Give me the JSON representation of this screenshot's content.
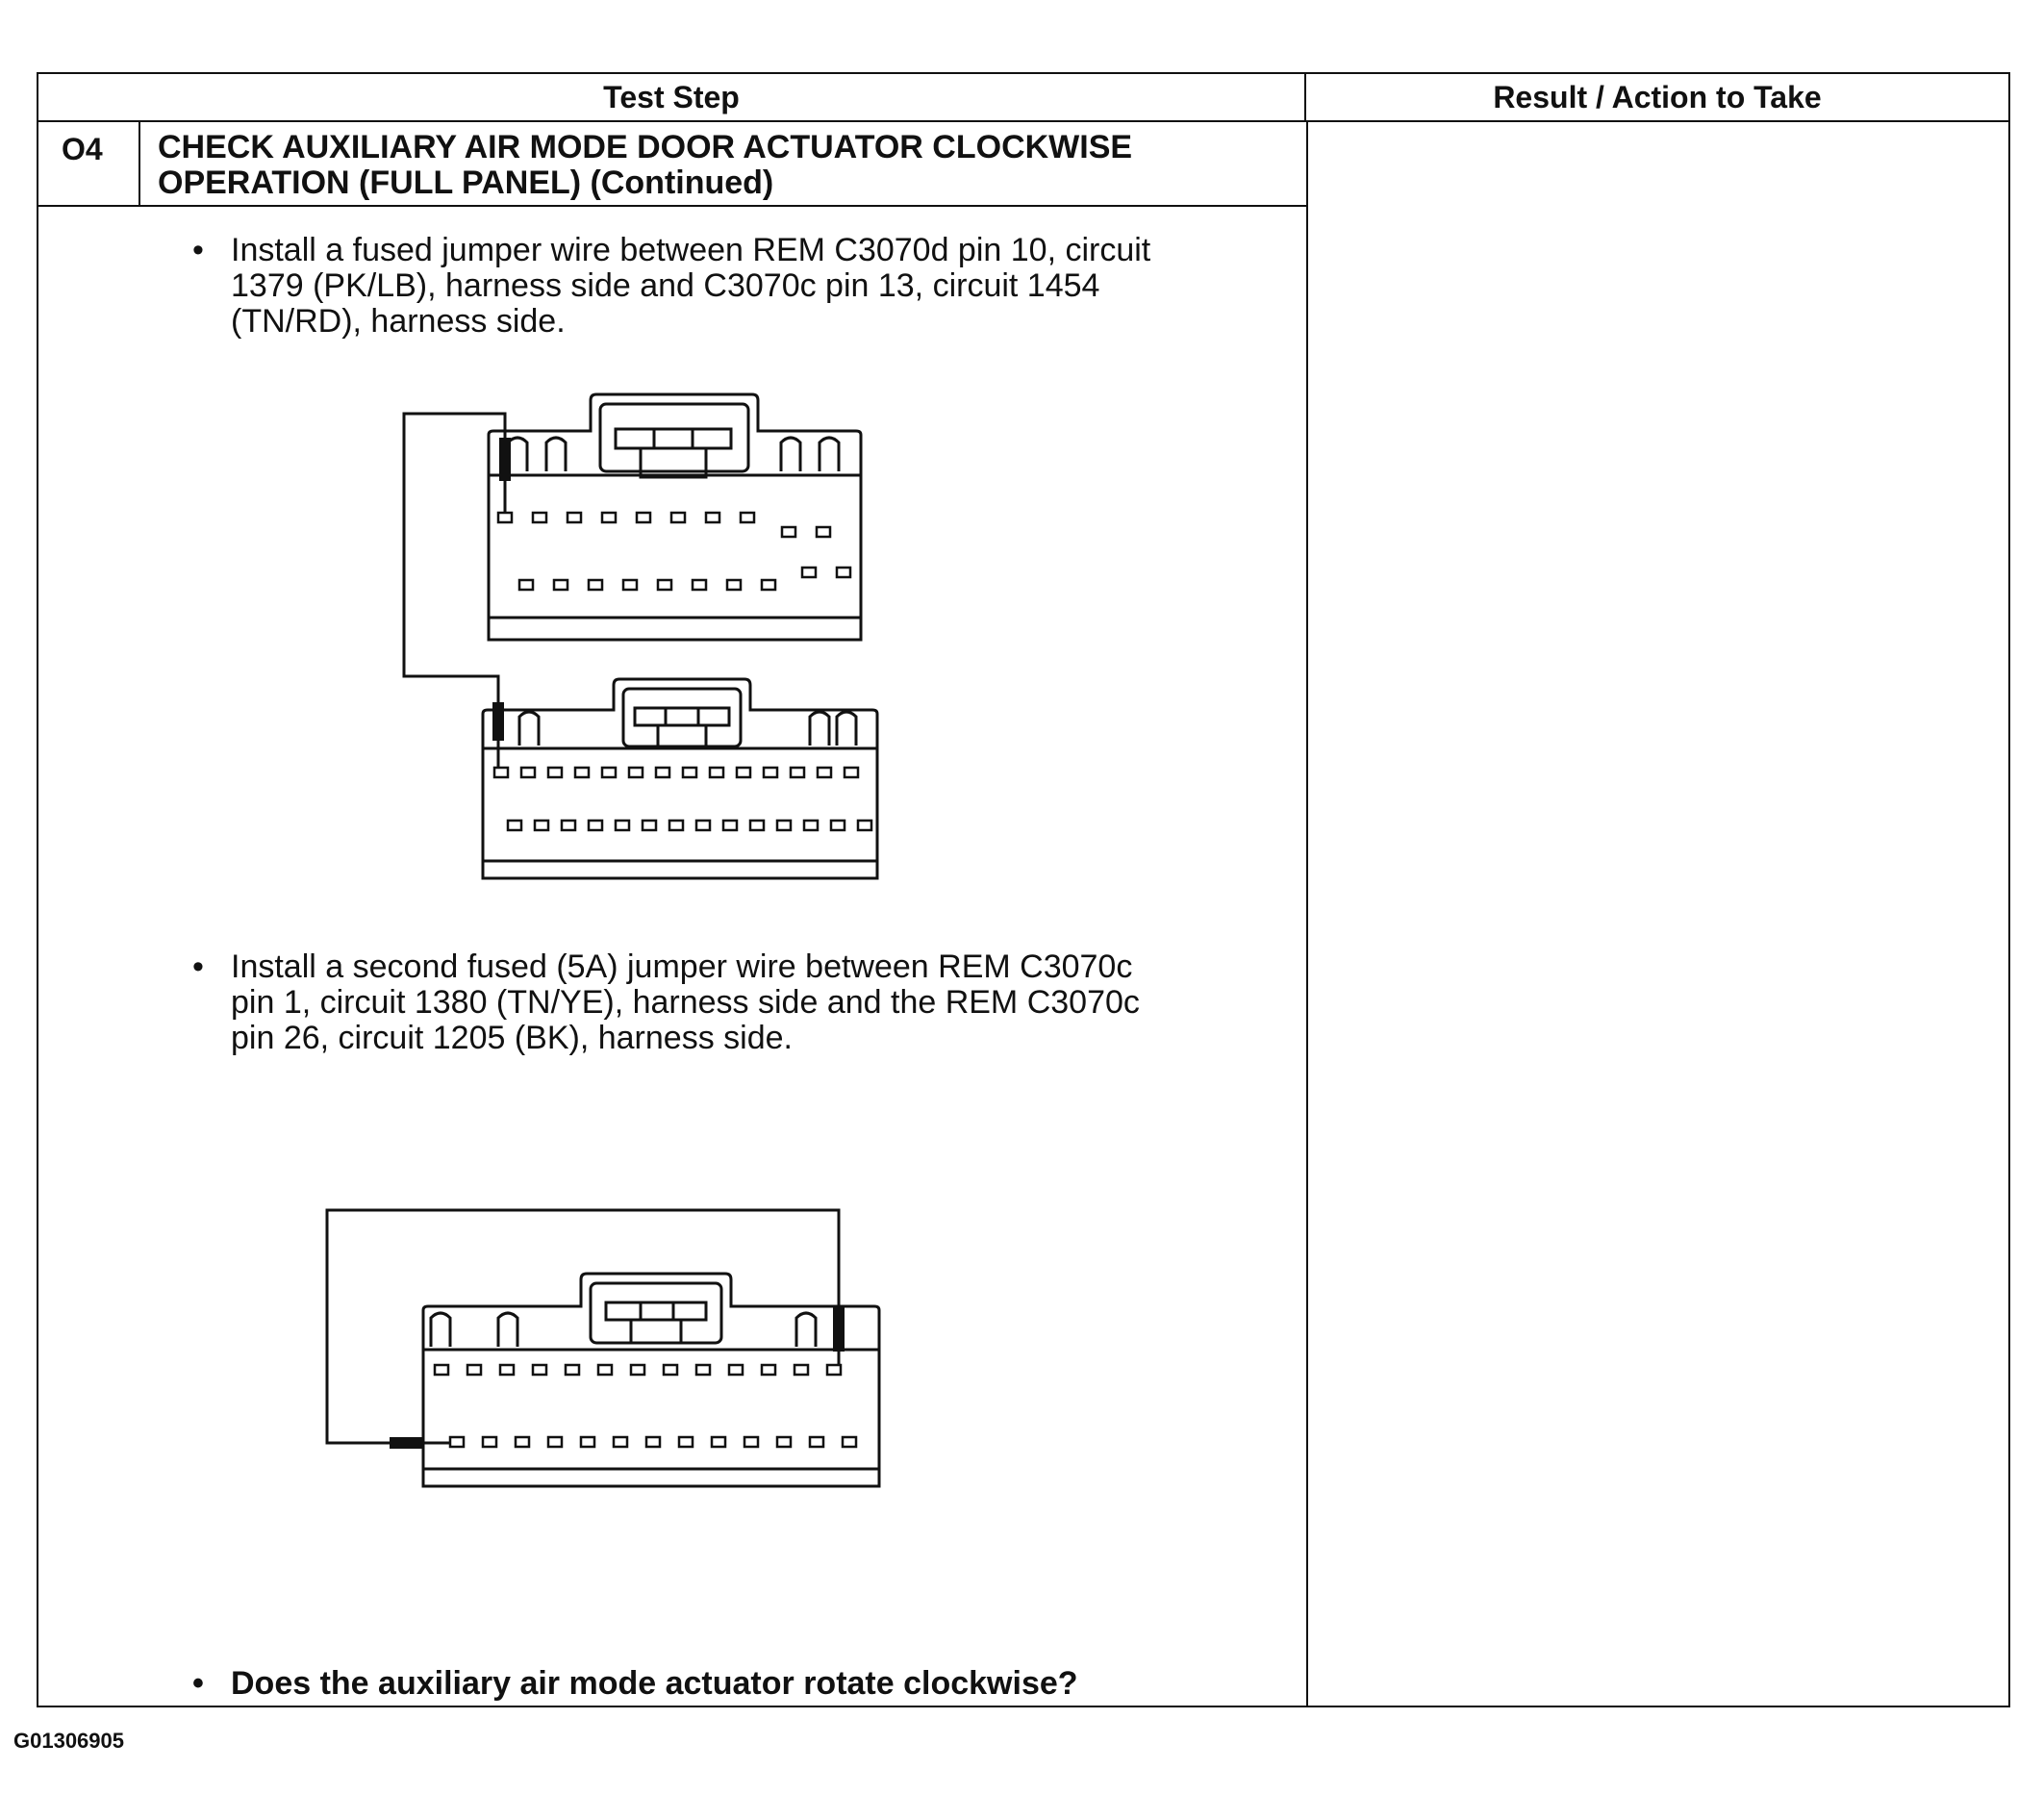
{
  "table": {
    "col_test_step": "Test Step",
    "col_result": "Result / Action to Take",
    "step_number": "O4",
    "step_title_line1": "CHECK AUXILIARY AIR MODE DOOR ACTUATOR CLOCKWISE",
    "step_title_line2": "OPERATION (FULL PANEL) (Continued)"
  },
  "bullets": [
    {
      "lines": [
        "Install a fused jumper wire between REM C3070d pin 10, circuit",
        "1379 (PK/LB), harness side and C3070c pin 13, circuit 1454",
        "(TN/RD), harness side."
      ]
    },
    {
      "lines": [
        "Install a second fused (5A) jumper wire between REM C3070c",
        "pin 1, circuit 1380 (TN/YE), harness side and the REM C3070c",
        "pin 26, circuit 1205 (BK), harness side."
      ]
    },
    {
      "lines": [
        "Does the auxiliary air mode actuator rotate clockwise?"
      ]
    }
  ],
  "bullet_symbol": "•",
  "figure_code": "G01306905"
}
